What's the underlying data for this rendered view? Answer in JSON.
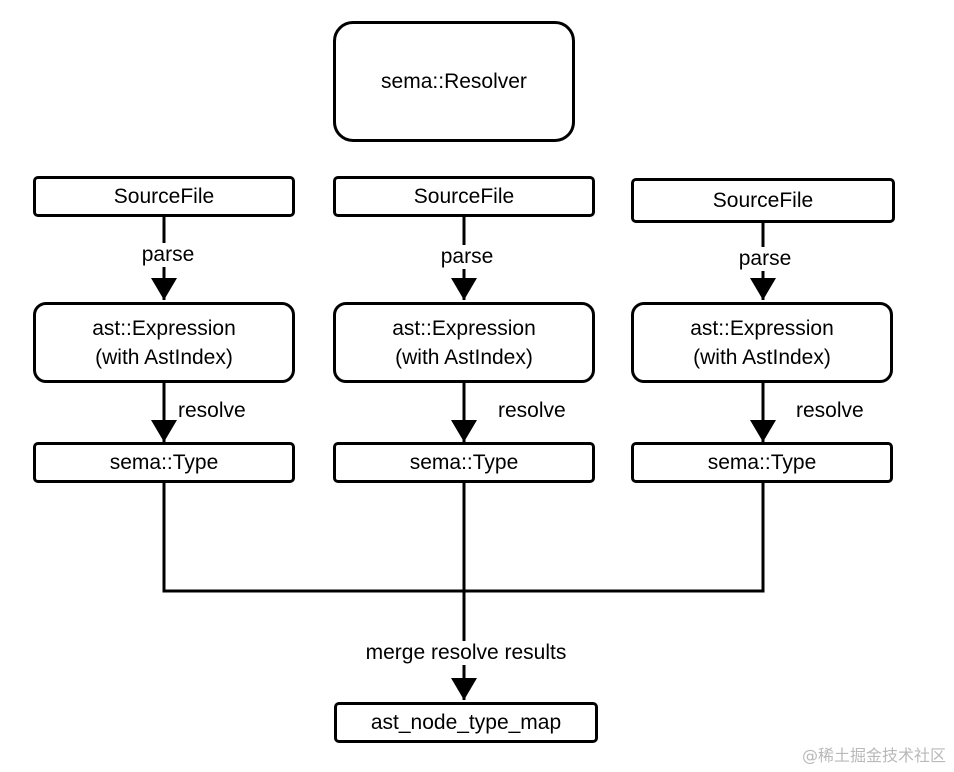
{
  "resolver": {
    "label": "sema::Resolver"
  },
  "pipelines": [
    {
      "source": "SourceFile",
      "parse": "parse",
      "ast_line1": "ast::Expression",
      "ast_line2": "(with AstIndex)",
      "resolve": "resolve",
      "type": "sema::Type"
    },
    {
      "source": "SourceFile",
      "parse": "parse",
      "ast_line1": "ast::Expression",
      "ast_line2": "(with AstIndex)",
      "resolve": "resolve",
      "type": "sema::Type"
    },
    {
      "source": "SourceFile",
      "parse": "parse",
      "ast_line1": "ast::Expression",
      "ast_line2": "(with AstIndex)",
      "resolve": "resolve",
      "type": "sema::Type"
    }
  ],
  "merge": {
    "label": "merge resolve results"
  },
  "output": {
    "label": "ast_node_type_map"
  },
  "watermark": "@稀土掘金技术社区"
}
